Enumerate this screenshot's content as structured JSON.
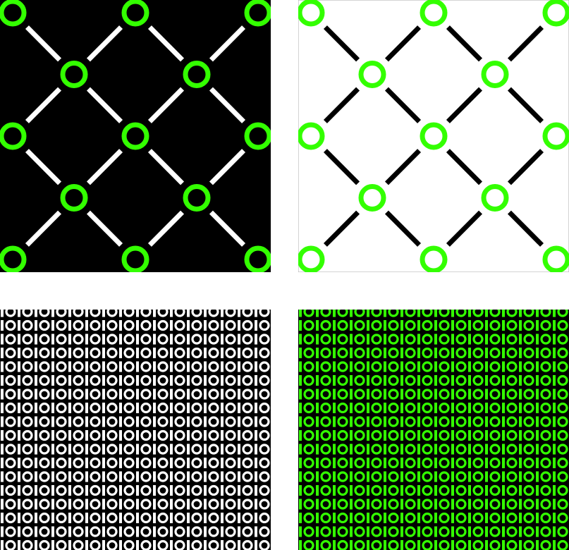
{
  "tiles": [
    {
      "id": "tile-a",
      "kind": "lattice",
      "background": "#000000",
      "node_color": "#33ff00",
      "link_color": "#ffffff",
      "border": ""
    },
    {
      "id": "tile-b",
      "kind": "lattice",
      "background": "#ffffff",
      "node_color": "#33ff00",
      "link_color": "#000000",
      "border": "#aaaaaa"
    },
    {
      "id": "tile-c",
      "kind": "binary-pattern",
      "background": "#000000",
      "glyph_color": "#ffffff",
      "glyphs": [
        "I",
        "O"
      ]
    },
    {
      "id": "tile-d",
      "kind": "binary-pattern",
      "background": "#000000",
      "glyph_color": "#33ff00",
      "glyphs": [
        "I",
        "O"
      ]
    }
  ]
}
